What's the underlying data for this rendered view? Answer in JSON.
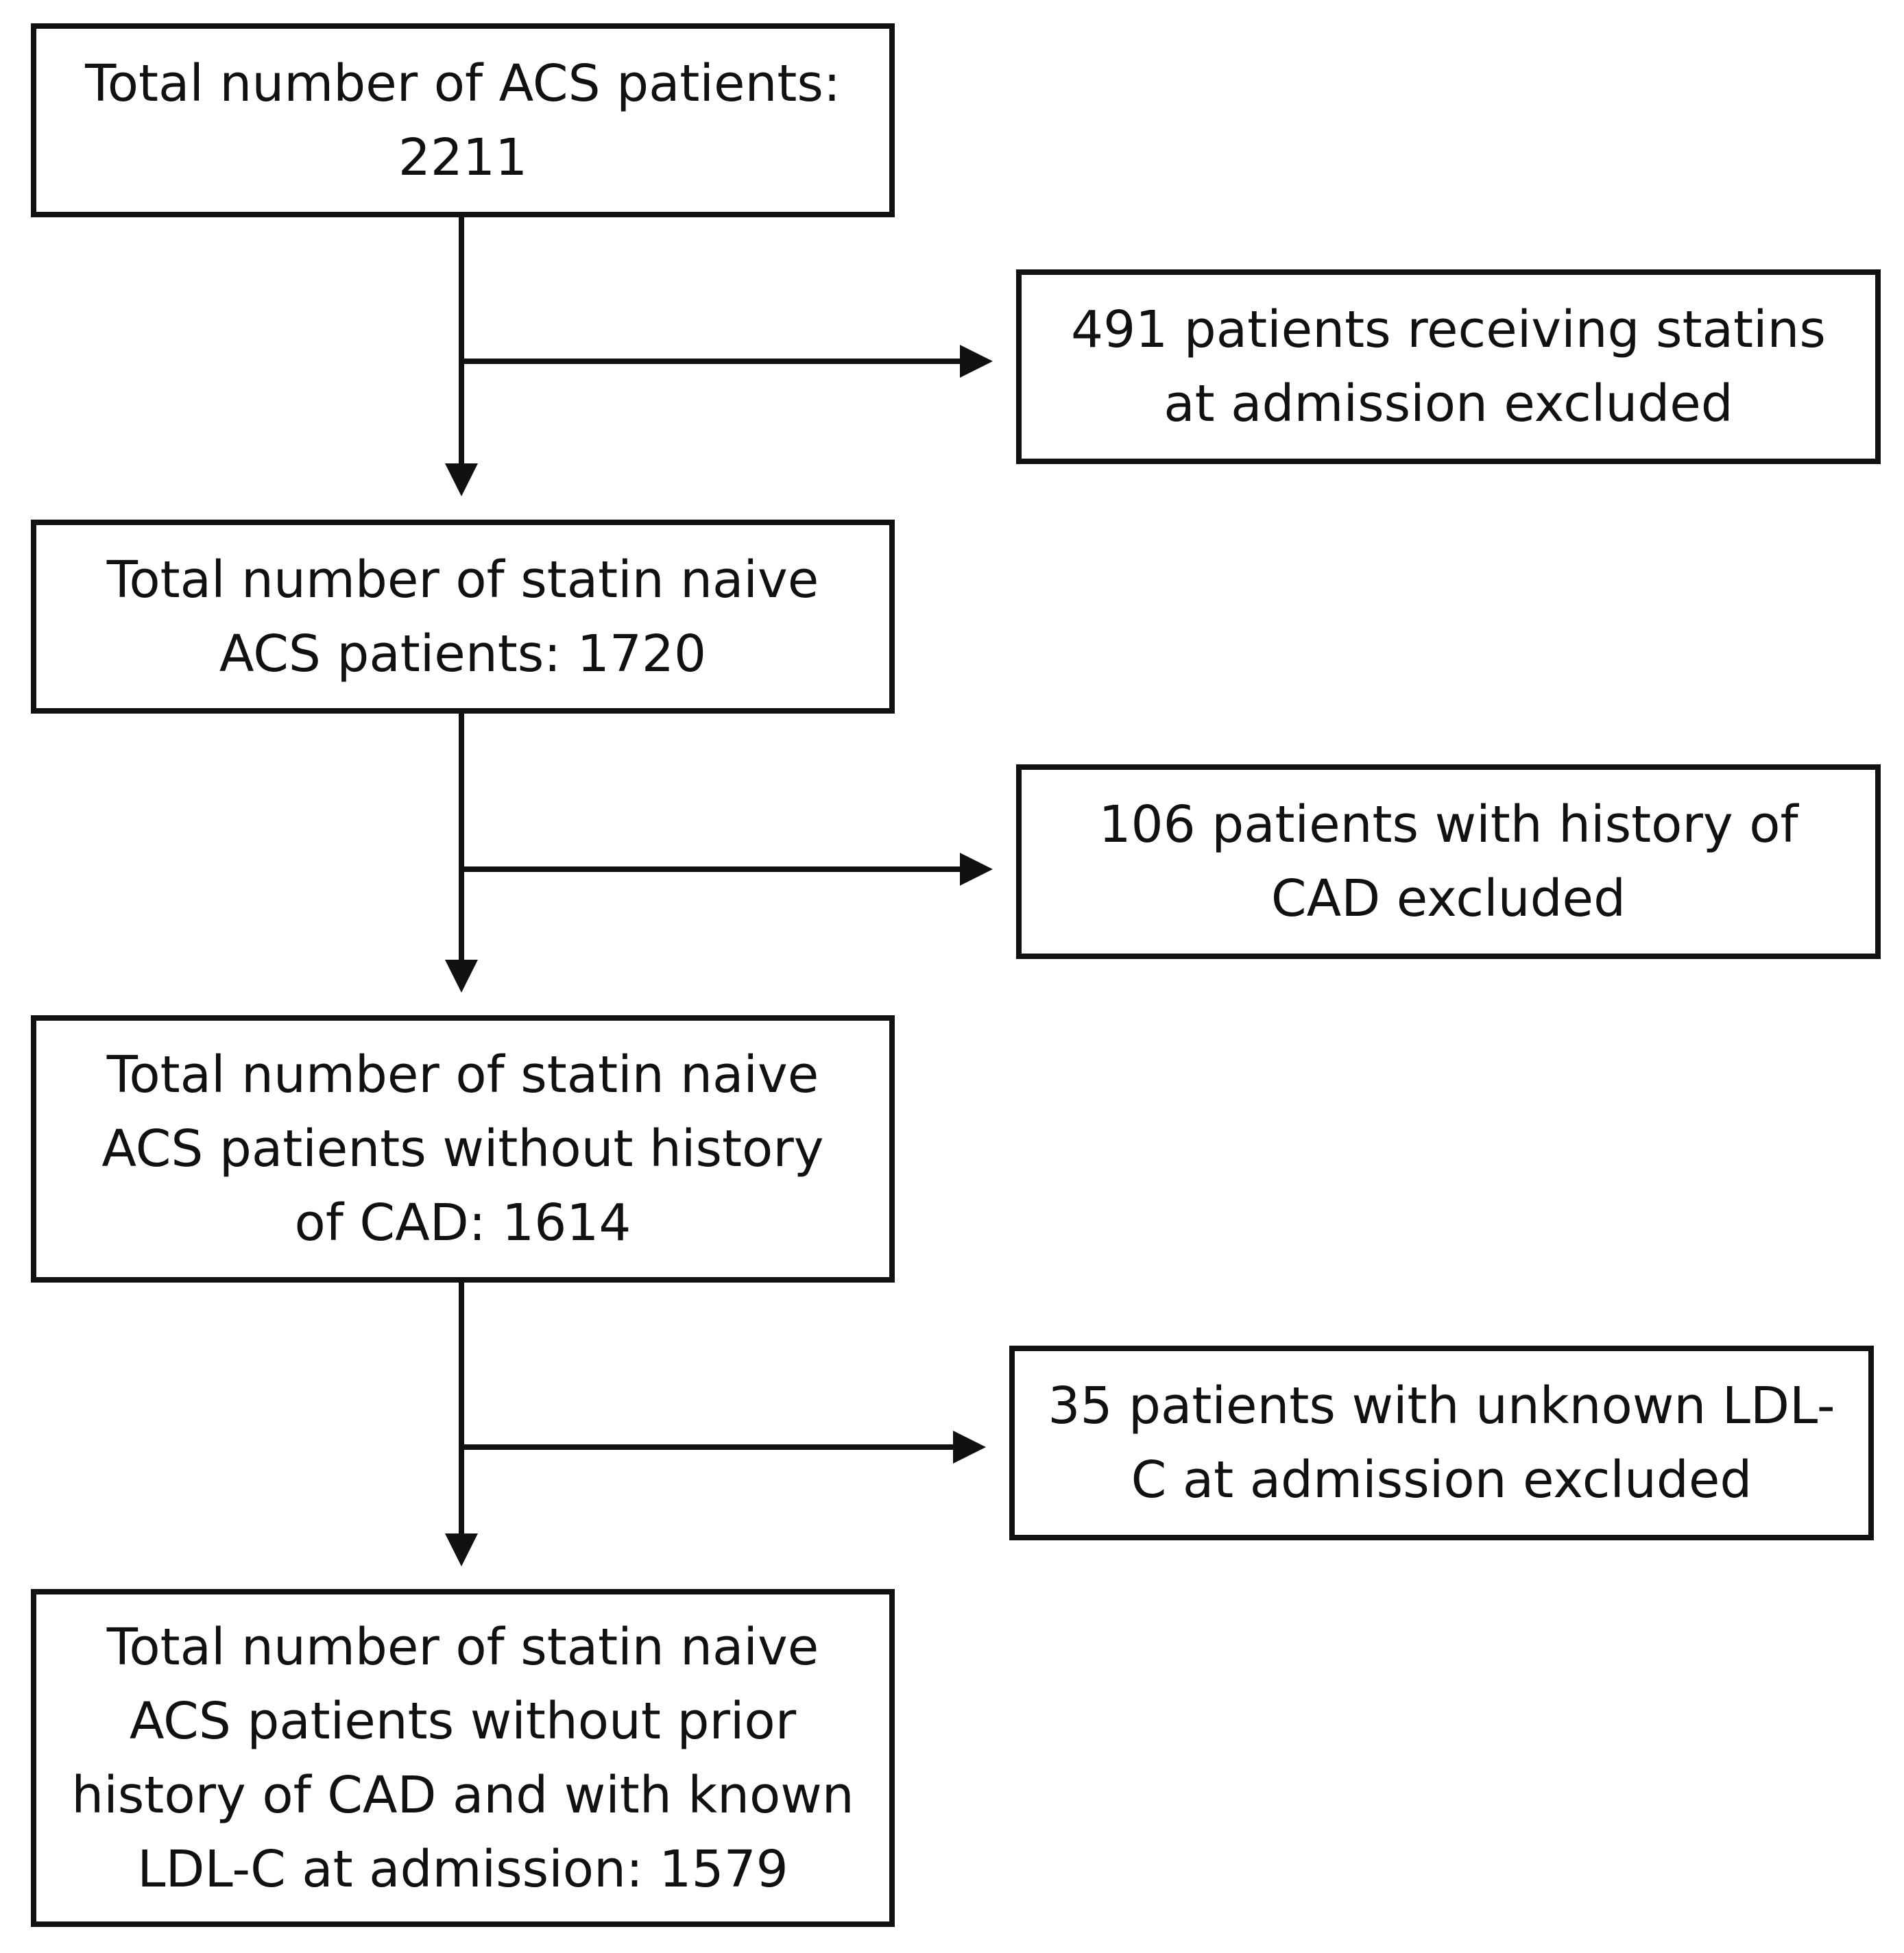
{
  "flowchart": {
    "boxes": [
      {
        "id": "total-acs",
        "lines": [
          "Total number of ACS patients:",
          "2211"
        ]
      },
      {
        "id": "statin-naive",
        "lines": [
          "Total number of statin naive",
          "ACS patients: 1720"
        ]
      },
      {
        "id": "statin-naive-no-cad",
        "lines": [
          "Total number of statin naive",
          "ACS patients without history",
          "of CAD: 1614"
        ]
      },
      {
        "id": "final-cohort",
        "lines": [
          "Total number of statin naive",
          "ACS patients without prior",
          "history of CAD and with known",
          "LDL-C at admission: 1579"
        ]
      }
    ],
    "exclusions": [
      {
        "id": "excl-statins",
        "lines": [
          "491 patients receiving statins",
          "at admission excluded"
        ]
      },
      {
        "id": "excl-cad",
        "lines": [
          "106 patients with history of",
          "CAD excluded"
        ]
      },
      {
        "id": "excl-ldl",
        "lines": [
          "35 patients with unknown LDL-",
          "C at admission excluded"
        ]
      }
    ]
  },
  "colors": {
    "stroke": "#111111",
    "background": "#ffffff",
    "text": "#111111"
  }
}
